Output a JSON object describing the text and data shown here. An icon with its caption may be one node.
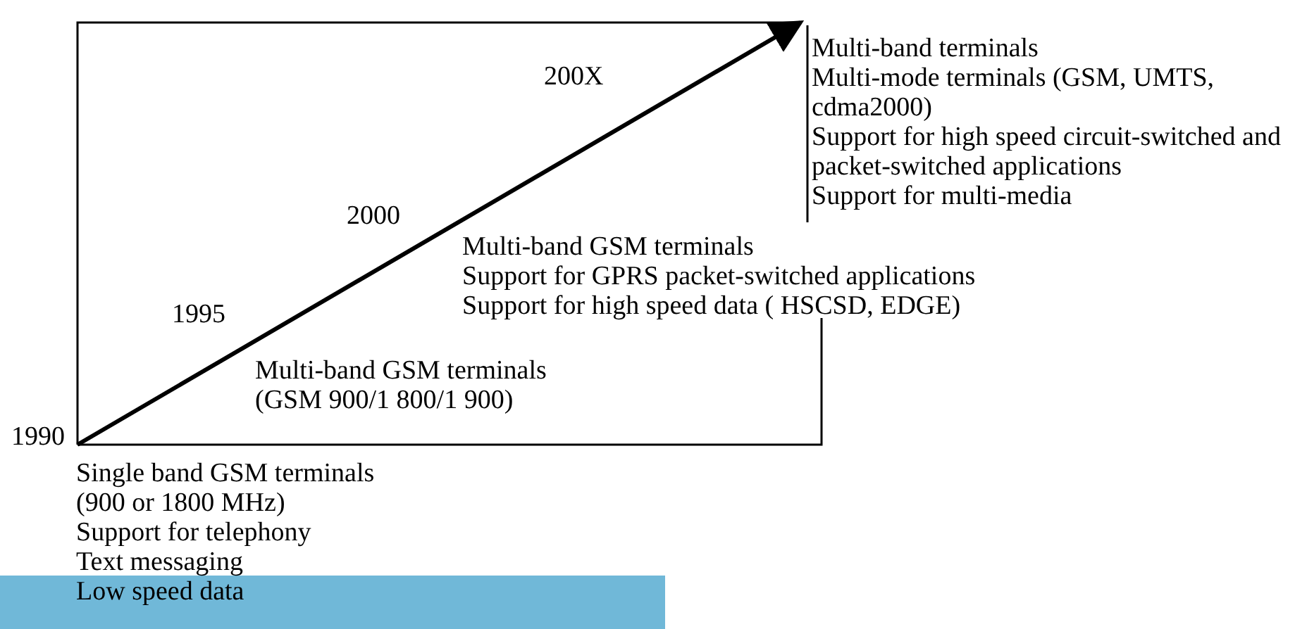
{
  "diagram": {
    "labels": [
      "Multi-band terminals",
      "Multi-mode terminals (GSM, UMTS, cdma2000)",
      "Support for high speed circuit-switched and packet-switched applications",
      "Support for multi-media",
      "200X",
      "2000",
      "Multi-band GSM terminals",
      "Support for GPRS packet-switched applications",
      "Support for high speed data ( HSCSD, EDGE)",
      "1995",
      "Multi-band GSM terminals",
      "(GSM 900/1 800/1 900)",
      "1990",
      "Single band GSM terminals",
      "(900 or 1800 MHz)",
      "Support for telephony",
      "Text messaging",
      "Low speed data"
    ]
  }
}
